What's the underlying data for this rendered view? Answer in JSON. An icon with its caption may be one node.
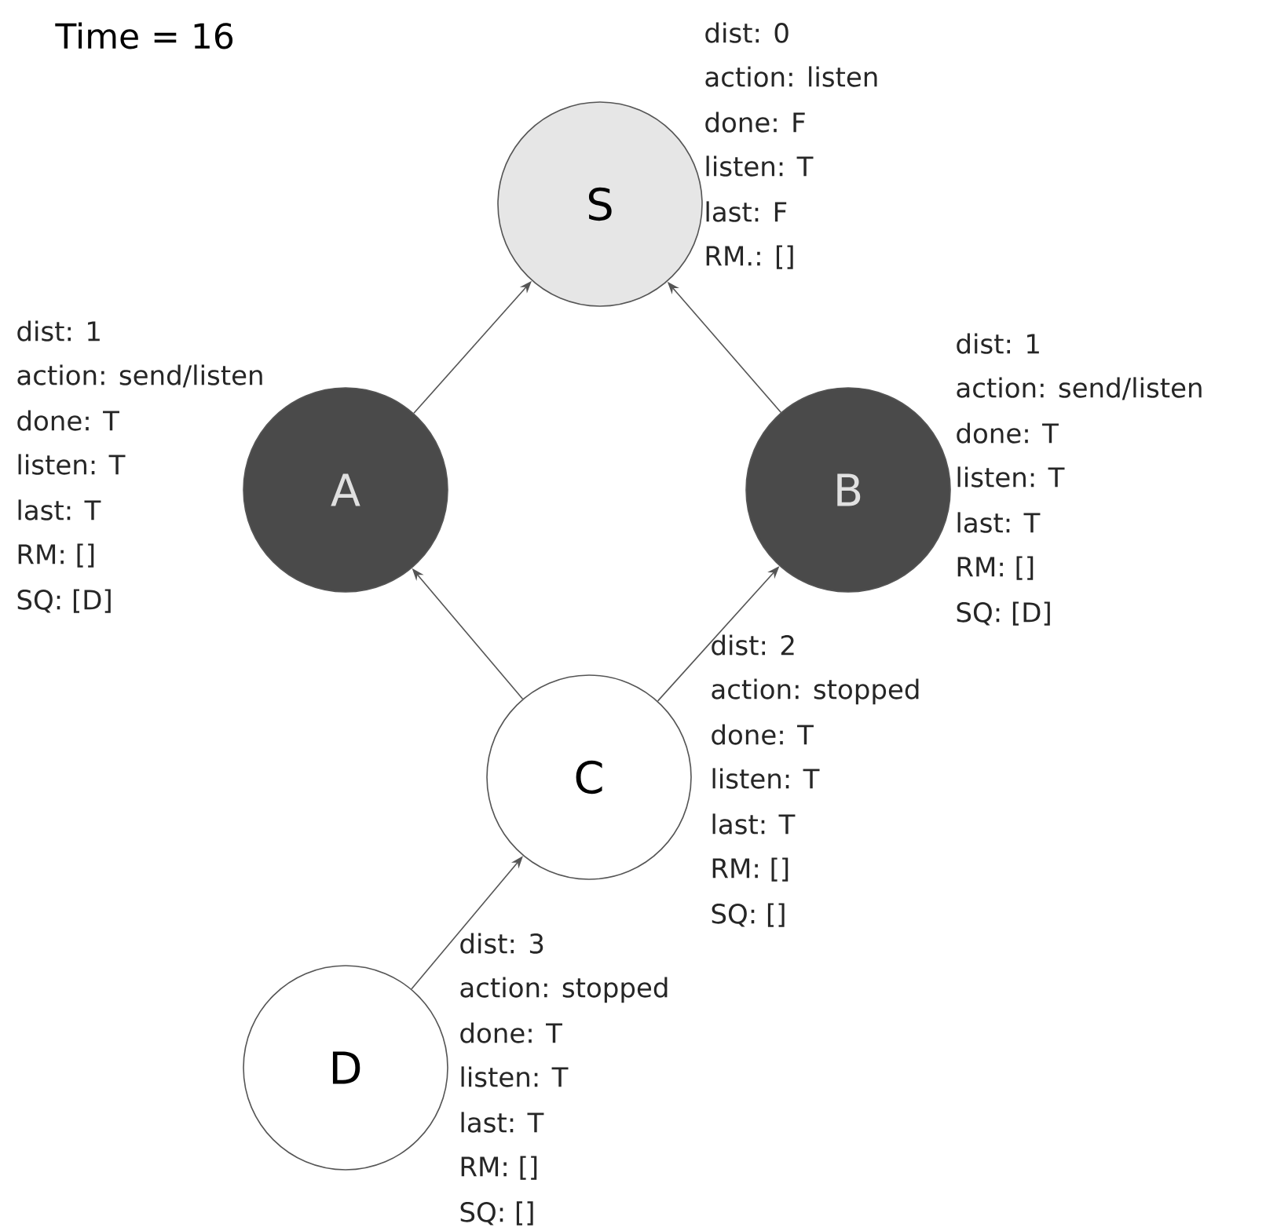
{
  "diagram": {
    "title": "Time = 16",
    "nodes": [
      {
        "text": [
          "S"
        ],
        "beside": [
          "dist: 0",
          "action: listen",
          "done: F",
          "listen: T",
          "last: F",
          "RM.: []"
        ]
      },
      {
        "text": [
          "A"
        ],
        "beside": [
          "dist: 1",
          "action: send/listen",
          "done: T",
          "listen: T",
          "last: T",
          "RM: []",
          "SQ: [D]"
        ]
      },
      {
        "text": [
          "B"
        ],
        "beside": [
          "dist: 1",
          "action: send/listen",
          "done: T",
          "listen: T",
          "last: T",
          "RM: []",
          "SQ: [D]"
        ]
      },
      {
        "text": [
          "C"
        ],
        "beside": [
          "dist: 2",
          "action: stopped",
          "done: T",
          "listen: T",
          "last: T",
          "RM: []",
          "SQ: []"
        ]
      },
      {
        "text": [
          "D"
        ],
        "beside": [
          "dist: 3",
          "action: stopped",
          "done: T",
          "listen: T",
          "last: T",
          "RM: []",
          "SQ: []"
        ]
      }
    ],
    "edges": [
      {
        "from": 1,
        "to": 0,
        "arrow": "to"
      },
      {
        "from": 2,
        "to": 0,
        "arrow": "to"
      },
      {
        "from": 3,
        "to": 1,
        "arrow": "to"
      },
      {
        "from": 3,
        "to": 2,
        "arrow": "to"
      },
      {
        "from": 4,
        "to": 3,
        "arrow": "to"
      }
    ]
  }
}
